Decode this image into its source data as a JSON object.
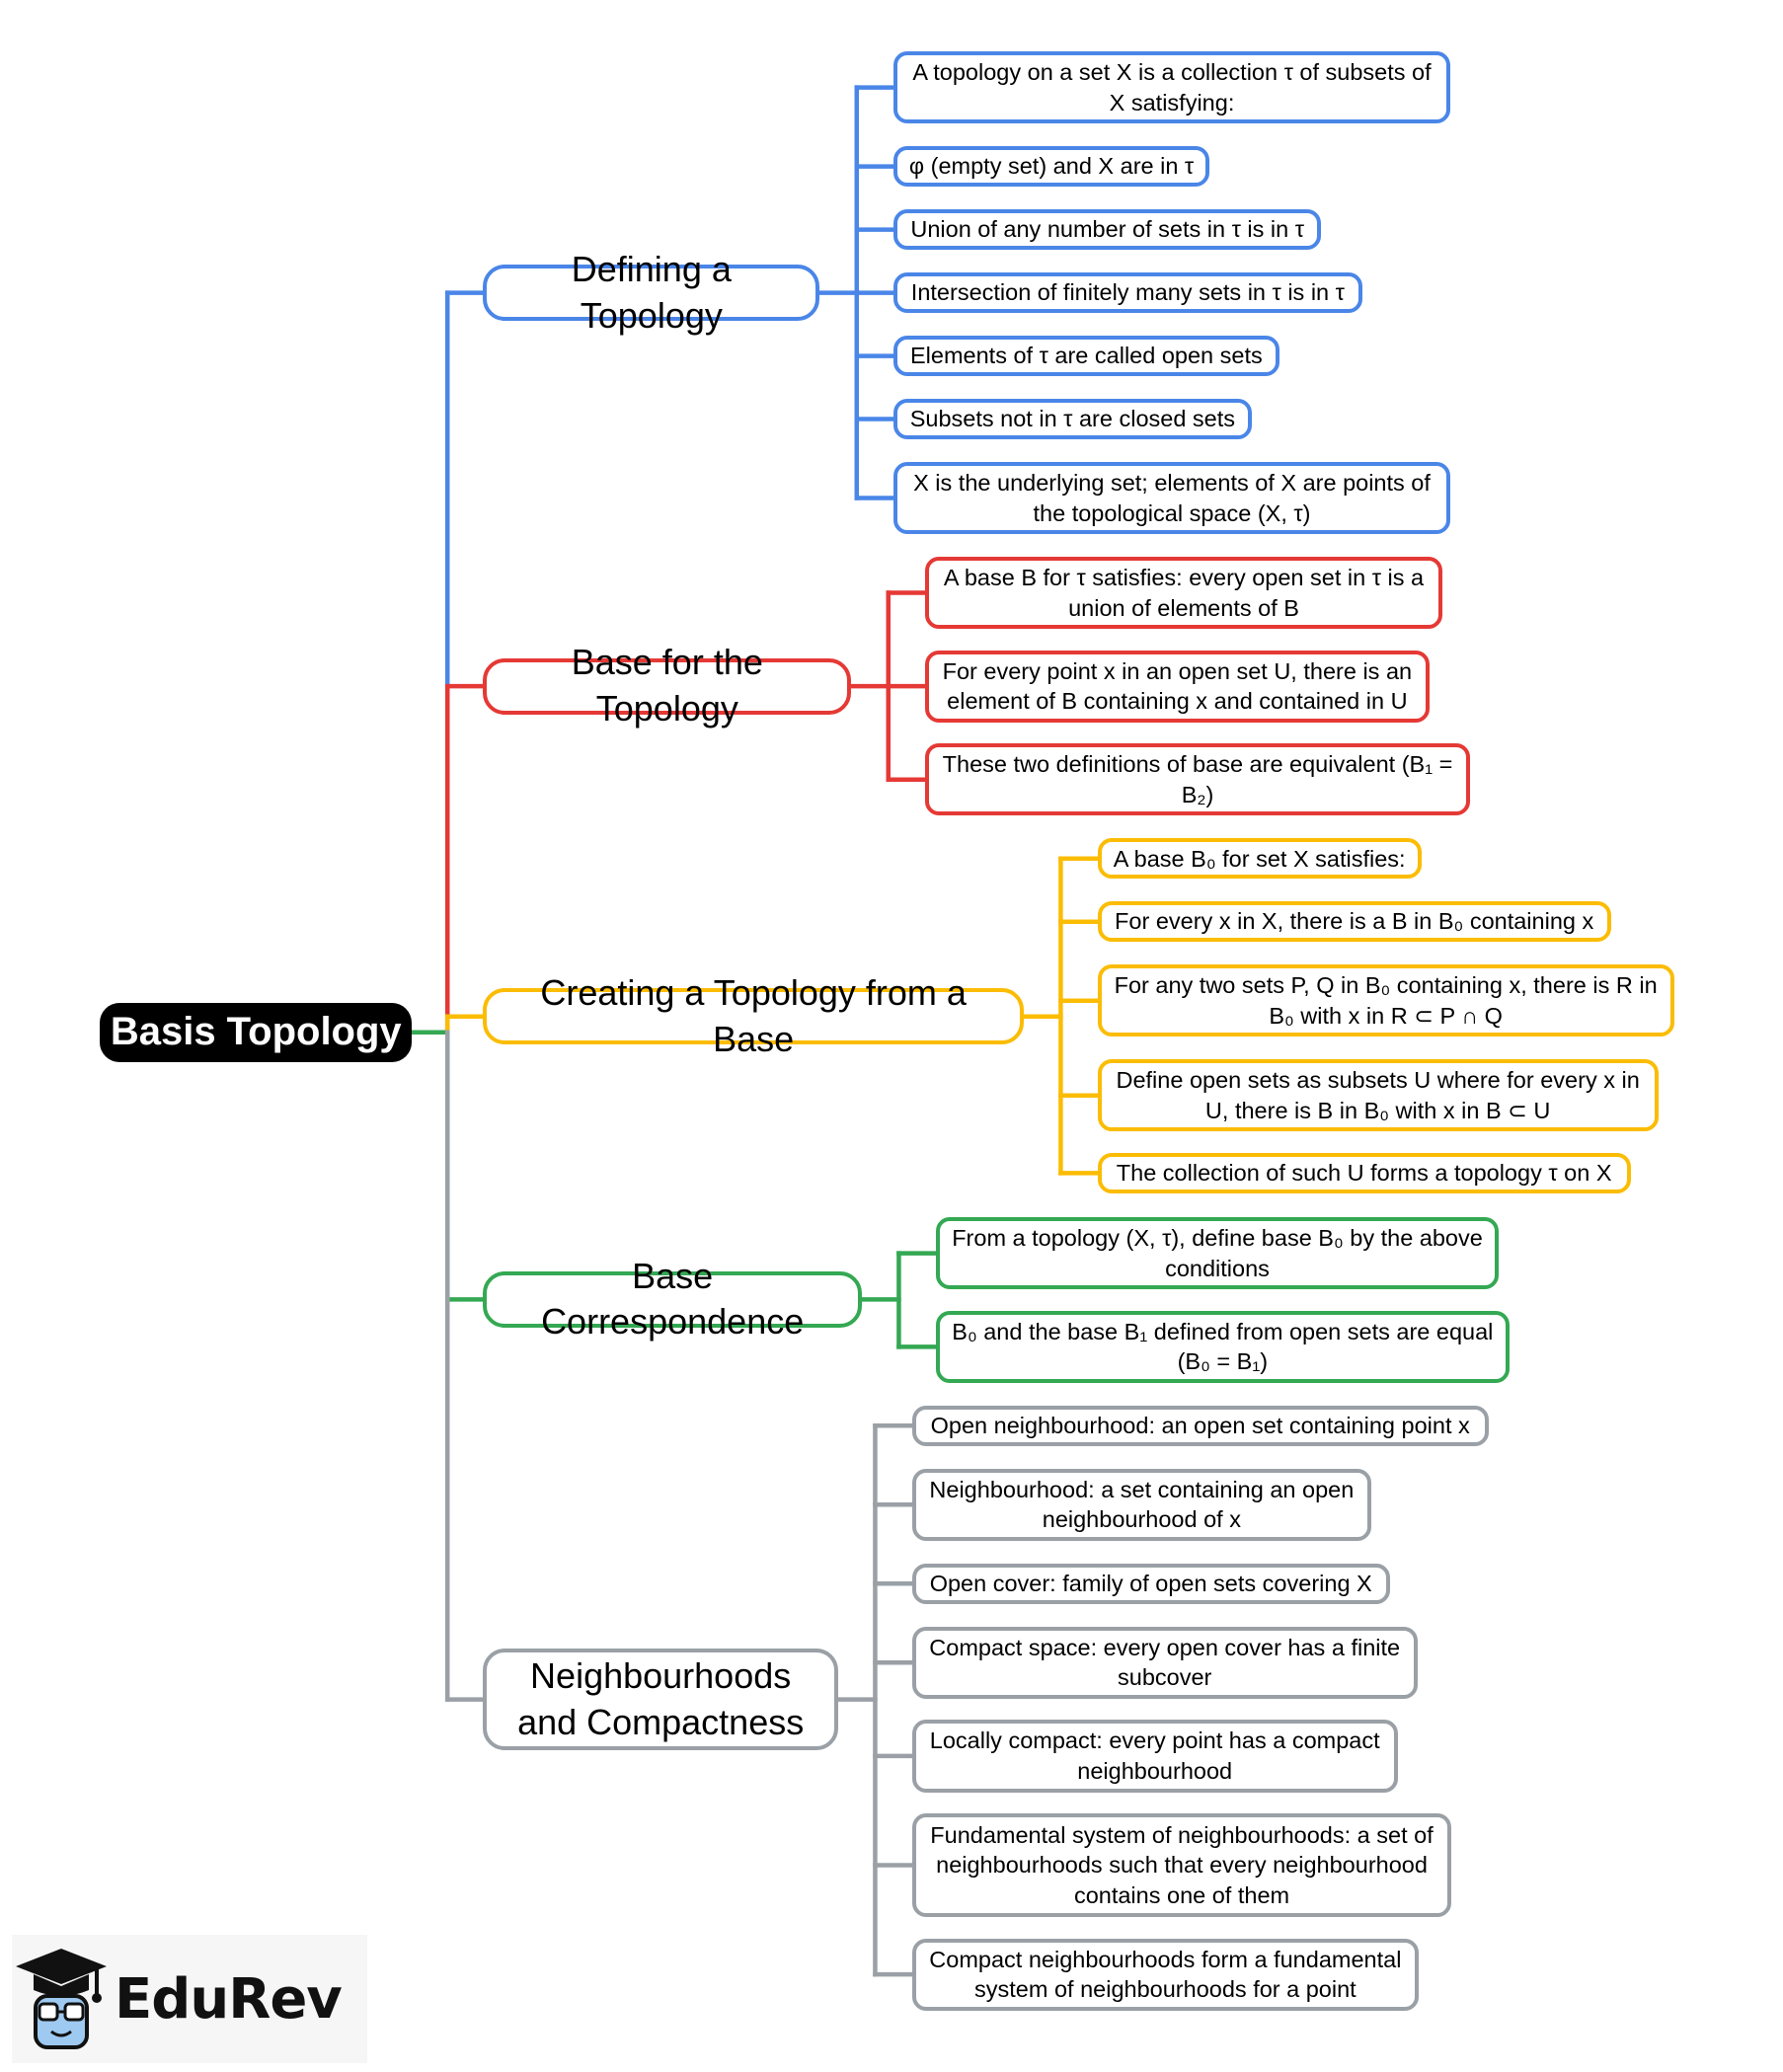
{
  "root": {
    "label": "Basis Topology"
  },
  "colors": {
    "blue": "#4a86e8",
    "red": "#e53935",
    "yellow": "#fbbc04",
    "green": "#34a853",
    "gray": "#9aa0a6",
    "root_bg": "#000000"
  },
  "branches": [
    {
      "label": "Defining a Topology",
      "color": "blue",
      "children": [
        "A topology on a set X is a collection τ of subsets of X satisfying:",
        "φ (empty set) and X are in τ",
        "Union of any number of sets in τ is in τ",
        "Intersection of finitely many sets in τ is in τ",
        "Elements of τ are called open sets",
        "Subsets not in τ are closed sets",
        "X is the underlying set; elements of X are points of the topological space (X, τ)"
      ]
    },
    {
      "label": "Base for the Topology",
      "color": "red",
      "children": [
        "A base B for τ satisfies: every open set in τ is a union of elements of B",
        "For every point x in an open set U, there is an element of B containing x and contained in U",
        "These two definitions of base are equivalent (B₁ = B₂)"
      ]
    },
    {
      "label": "Creating a Topology from a Base",
      "color": "yellow",
      "children": [
        "A base B₀ for set X satisfies:",
        "For every x in X, there is a B in B₀ containing x",
        "For any two sets P, Q in B₀ containing x, there is R in B₀ with x in R ⊂ P ∩ Q",
        "Define open sets as subsets U where for every x in U, there is B in B₀ with x in B ⊂ U",
        "The collection of such U forms a topology τ on X"
      ]
    },
    {
      "label": "Base Correspondence",
      "color": "green",
      "children": [
        "From a topology (X, τ), define base B₀ by the above conditions",
        "B₀ and the base B₁ defined from open sets are equal (B₀ = B₁)"
      ]
    },
    {
      "label": "Neighbourhoods and Compactness",
      "color": "gray",
      "children": [
        "Open neighbourhood: an open set containing point x",
        "Neighbourhood: a set containing an open neighbourhood of x",
        "Open cover: family of open sets covering X",
        "Compact space: every open cover has a finite subcover",
        "Locally compact: every point has a compact neighbourhood",
        "Fundamental system of neighbourhoods: a set of neighbourhoods such that every neighbourhood contains one of them",
        "Compact neighbourhoods form a fundamental system of neighbourhoods for a point"
      ]
    }
  ],
  "logo": {
    "text": "EduRev",
    "icon": "graduation-cap-icon"
  }
}
